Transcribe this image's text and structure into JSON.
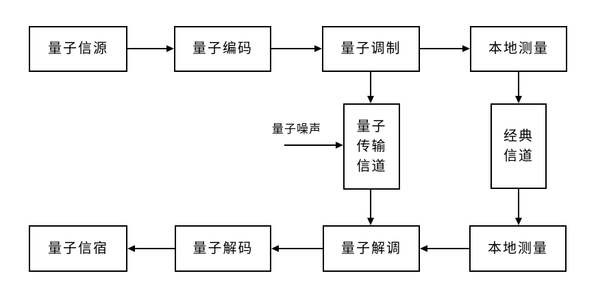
{
  "colors": {
    "background": "#ffffff",
    "line": "#000000",
    "box_border": "#000000",
    "text": "#000000"
  },
  "nodes": {
    "quantum_source": {
      "label": "量子信源"
    },
    "quantum_encoding": {
      "label": "量子编码"
    },
    "quantum_modulation": {
      "label": "量子调制"
    },
    "local_measurement_top": {
      "label": "本地测量"
    },
    "quantum_transmission_channel": {
      "label": "量子\n传输\n信道"
    },
    "classical_channel": {
      "label": "经典\n信道"
    },
    "quantum_sink": {
      "label": "量子信宿"
    },
    "quantum_decoding": {
      "label": "量子解码"
    },
    "quantum_demodulation": {
      "label": "量子解调"
    },
    "local_measurement_bottom": {
      "label": "本地测量"
    }
  },
  "annotations": {
    "quantum_noise": {
      "label": "量子噪声"
    }
  },
  "edges": [
    {
      "from": "quantum_source",
      "to": "quantum_encoding",
      "direction": "right"
    },
    {
      "from": "quantum_encoding",
      "to": "quantum_modulation",
      "direction": "right"
    },
    {
      "from": "quantum_modulation",
      "to": "local_measurement_top",
      "direction": "right"
    },
    {
      "from": "quantum_modulation",
      "to": "quantum_transmission_channel",
      "direction": "down"
    },
    {
      "from": "local_measurement_top",
      "to": "classical_channel",
      "direction": "down"
    },
    {
      "from": "quantum_noise",
      "to": "quantum_transmission_channel",
      "direction": "right"
    },
    {
      "from": "quantum_transmission_channel",
      "to": "quantum_demodulation",
      "direction": "down"
    },
    {
      "from": "classical_channel",
      "to": "local_measurement_bottom",
      "direction": "down"
    },
    {
      "from": "local_measurement_bottom",
      "to": "quantum_demodulation",
      "direction": "left"
    },
    {
      "from": "quantum_demodulation",
      "to": "quantum_decoding",
      "direction": "left"
    },
    {
      "from": "quantum_decoding",
      "to": "quantum_sink",
      "direction": "left"
    }
  ]
}
